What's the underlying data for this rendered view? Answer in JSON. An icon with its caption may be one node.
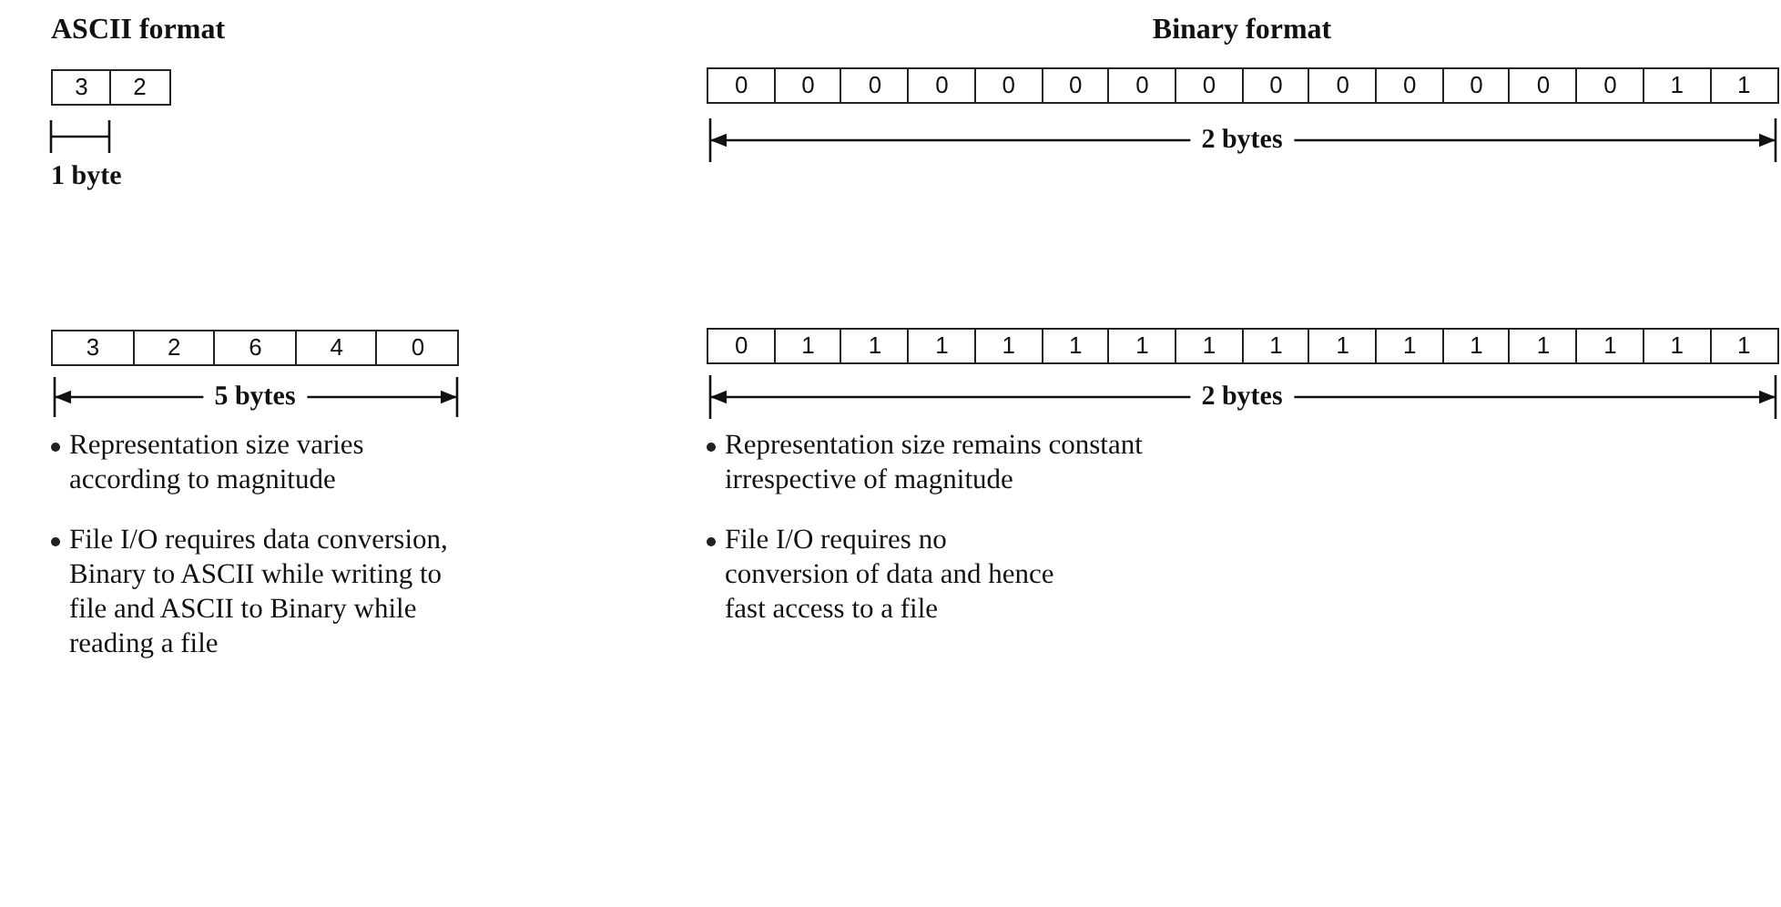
{
  "diagram": {
    "labels": [
      "ASCII format",
      "Binary format",
      "3",
      "2",
      "0",
      "0",
      "0",
      "0",
      "0",
      "0",
      "0",
      "0",
      "0",
      "0",
      "0",
      "0",
      "0",
      "0",
      "1",
      "1",
      "1 byte",
      "2 bytes",
      "3",
      "2",
      "6",
      "4",
      "0",
      "0",
      "1",
      "1",
      "1",
      "1",
      "1",
      "1",
      "1",
      "1",
      "1",
      "1",
      "1",
      "1",
      "1",
      "1",
      "1",
      "5 bytes",
      "2 bytes",
      "Representation size varies according to magnitude",
      "Representation size remains constant irrespective of magnitude",
      "File I/O requires data conversion, Binary to ASCII while writing to file and ASCII to Binary while reading a file",
      "File I/O requires no conversion of data and hence fast access to a file"
    ]
  }
}
